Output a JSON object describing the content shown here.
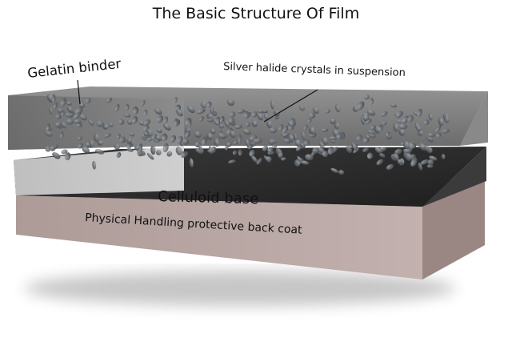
{
  "title": "The Basic Structure Of Film",
  "labels": {
    "gelatin": "Gelatin binder",
    "crystals": "Silver halide crystals in suspension",
    "base": "Celluloid base",
    "backcoat": "Physical Handling protective back coat"
  },
  "colors": {
    "gelatin_layer": "#6e6e6e",
    "celluloid_layer": "#bdbdbd",
    "backcoat_layer": "#a99693",
    "crystals": "#555a60",
    "dark_film": "#2c2c2c"
  }
}
